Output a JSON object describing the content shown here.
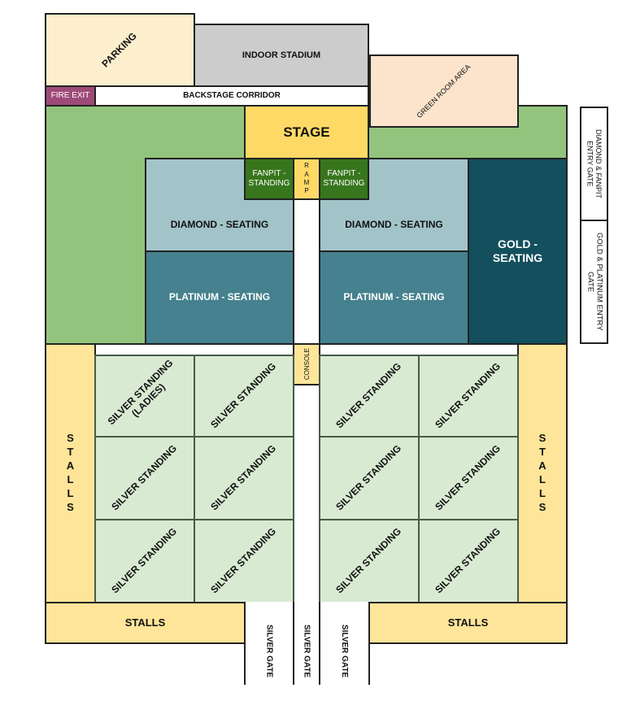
{
  "title": "Concert Venue Seating Map",
  "colors": {
    "parking": "#fdefcd",
    "indoor_stadium": "#cccccc",
    "fire_exit": "#9e4a78",
    "green_room": "#fce3cc",
    "lawn": "#93c47d",
    "stage": "#ffd966",
    "fanpit": "#38761d",
    "ramp": "#ffd966",
    "diamond": "#a2c4c9",
    "platinum": "#45818e",
    "gold": "#134f5c",
    "silver": "#d9ead3",
    "stalls": "#ffe599",
    "white": "#ffffff"
  },
  "zones": {
    "parking": "PARKING",
    "indoor_stadium": "INDOOR STADIUM",
    "fire_exit": "FIRE EXIT",
    "backstage_corridor": "BACKSTAGE CORRIDOR",
    "green_room": "GREEN ROOM AREA",
    "stage": "STAGE",
    "fanpit_left": [
      "FANPIT -",
      "STANDING"
    ],
    "fanpit_right": [
      "FANPIT -",
      "STANDING"
    ],
    "ramp": [
      "R",
      "A",
      "M",
      "P"
    ],
    "diamond_left": "DIAMOND - SEATING",
    "diamond_right": "DIAMOND - SEATING",
    "platinum_left": "PLATINUM - SEATING",
    "platinum_right": "PLATINUM - SEATING",
    "gold": [
      "GOLD -",
      "SEATING"
    ],
    "console": "CONSOLE",
    "stalls_left": [
      "S",
      "T",
      "A",
      "L",
      "L",
      "S"
    ],
    "stalls_right": [
      "S",
      "T",
      "A",
      "L",
      "L",
      "S"
    ],
    "stalls_bottom_left": "STALLS",
    "stalls_bottom_right": "STALLS",
    "silver_gates": [
      "SILVER GATE",
      "SILVER GATE",
      "SILVER GATE"
    ],
    "entry_gate_diamond": [
      "DIAMOND & FANPIT",
      "ENTRY GATE"
    ],
    "entry_gate_gold": [
      "GOLD & PLATINUM ENTRY",
      "GATE"
    ]
  },
  "silver_blocks": {
    "left": [
      [
        "SILVER STANDING",
        "(LADIES)"
      ],
      [
        "SILVER STANDING"
      ],
      [
        "SILVER STANDING"
      ],
      [
        "SILVER STANDING"
      ],
      [
        "SILVER STANDING"
      ],
      [
        "SILVER STANDING"
      ]
    ],
    "right": [
      [
        "SILVER STANDING"
      ],
      [
        "SILVER STANDING"
      ],
      [
        "SILVER STANDING"
      ],
      [
        "SILVER STANDING"
      ],
      [
        "SILVER STANDING"
      ],
      [
        "SILVER STANDING"
      ]
    ]
  }
}
